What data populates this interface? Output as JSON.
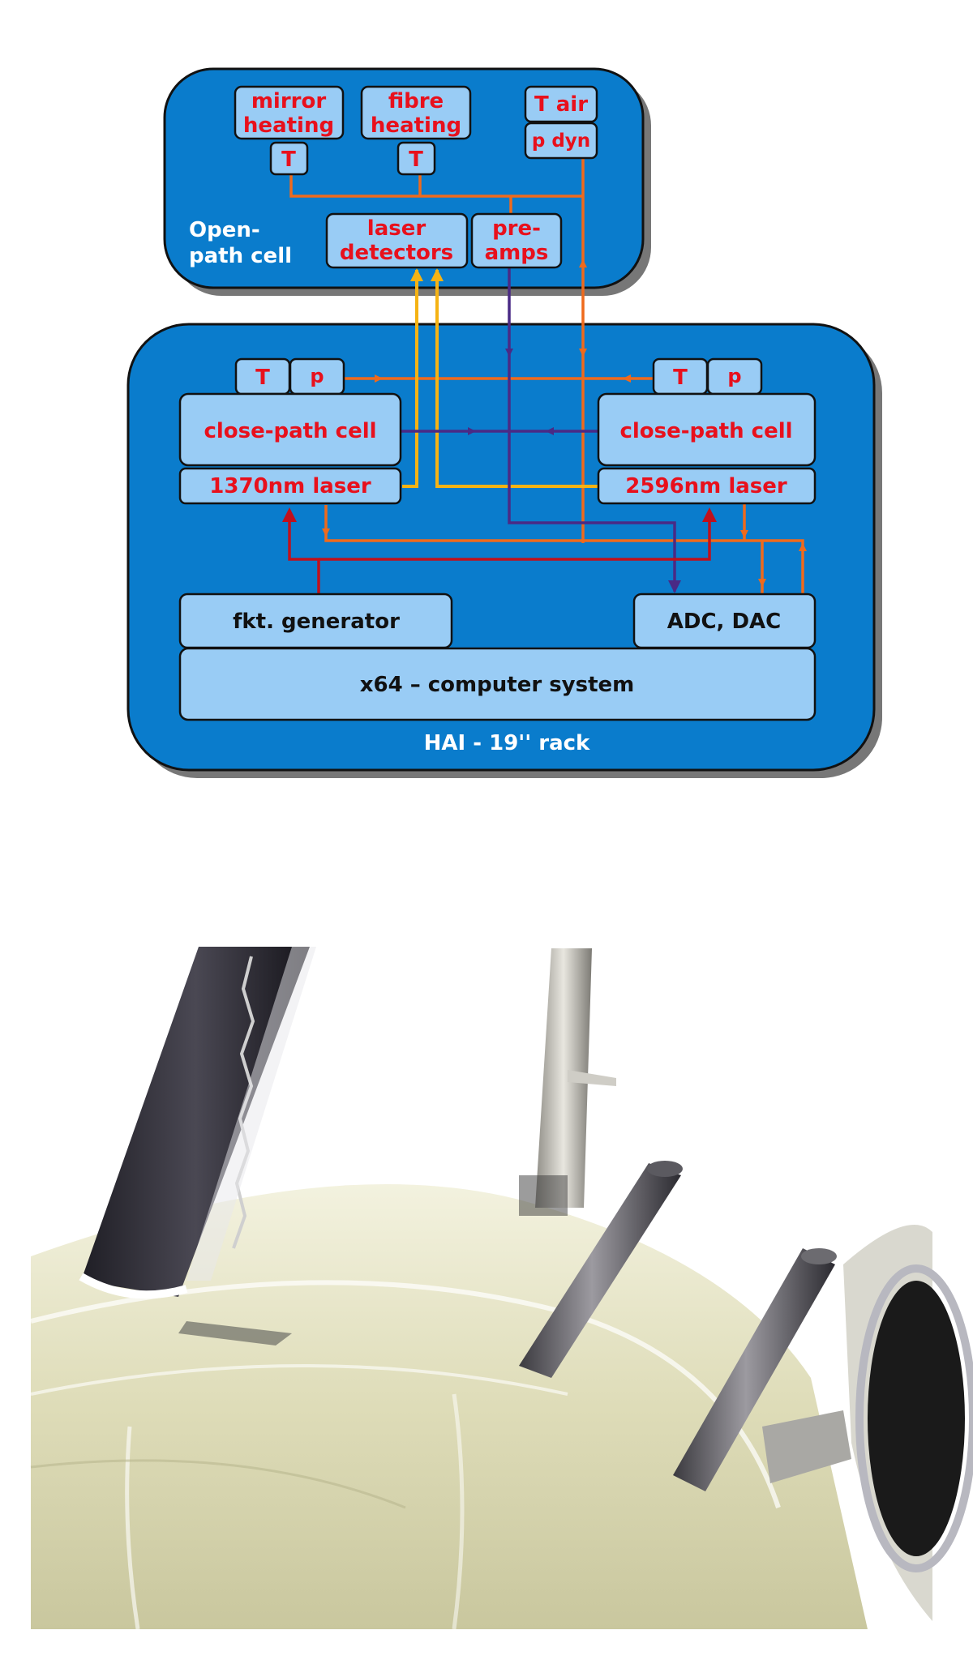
{
  "open_path_cell": {
    "label_line1": "Open-",
    "label_line2": "path cell",
    "mirror_heating": [
      "mirror",
      "heating"
    ],
    "mirror_t": "T",
    "fibre_heating": [
      "fibre",
      "heating"
    ],
    "fibre_t": "T",
    "t_air": "T air",
    "p_dyn": "p dyn",
    "laser_detectors": [
      "laser",
      "detectors"
    ],
    "pre_amps": [
      "pre-",
      "amps"
    ]
  },
  "rack": {
    "label": "HAI - 19'' rack",
    "left_t": "T",
    "left_p": "p",
    "right_t": "T",
    "right_p": "p",
    "left_cell": "close-path cell",
    "right_cell": "close-path cell",
    "left_laser": "1370nm laser",
    "right_laser": "2596nm laser",
    "fkt_generator": "fkt. generator",
    "adc_dac": "ADC, DAC",
    "computer": "x64 – computer system"
  },
  "colors": {
    "container_fill": "#0a7ccc",
    "box_fill": "#99ccf5",
    "red_text": "#e8101c",
    "orange_line": "#ef6a1c",
    "yellow_line": "#f5b314",
    "purple_line": "#4a2a85",
    "dark_red_line": "#c0101c",
    "shadow": "#777777"
  }
}
